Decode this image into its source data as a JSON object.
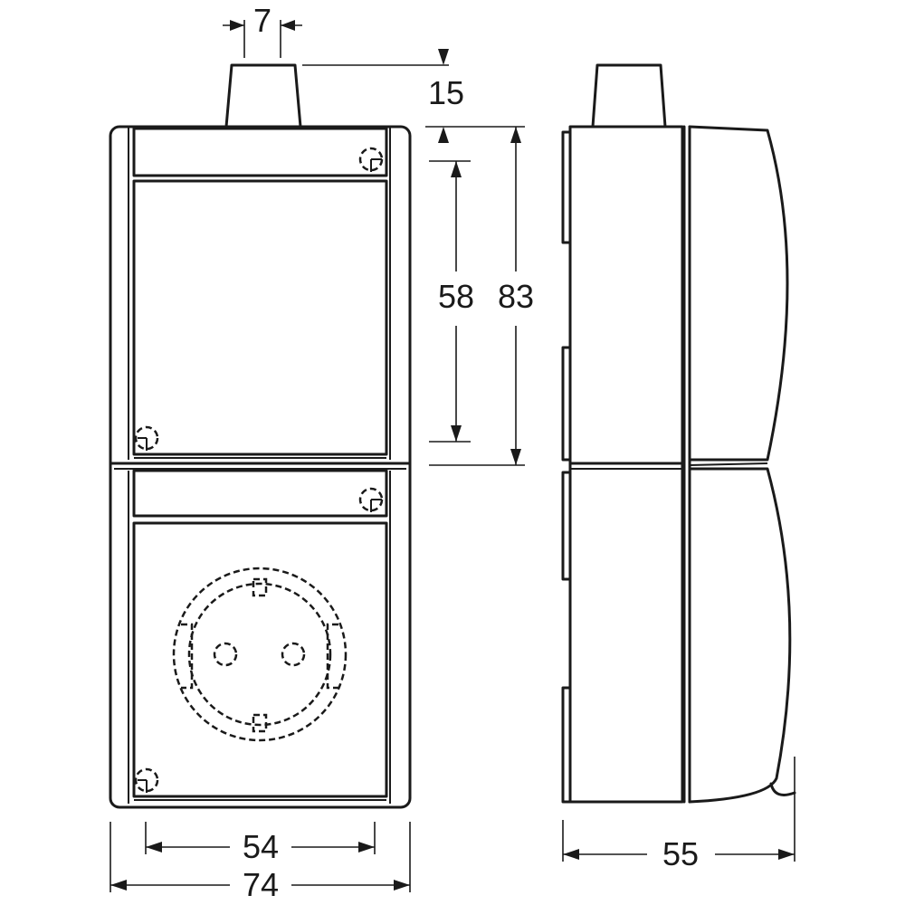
{
  "drawing": {
    "dimensions": {
      "knob_width": "7",
      "knob_height": "15",
      "inner_height": "58",
      "total_height": "83",
      "inner_width": "54",
      "total_width": "74",
      "depth": "55"
    },
    "colors": {
      "line": "#1a1a1a",
      "background": "#ffffff"
    }
  }
}
